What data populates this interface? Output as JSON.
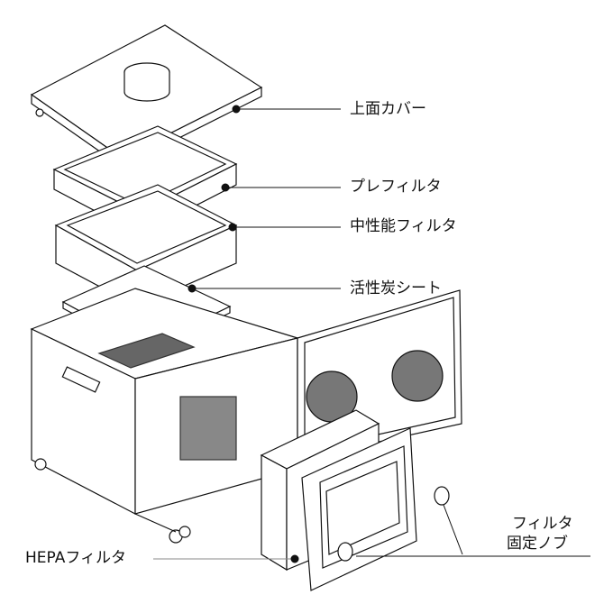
{
  "labels": {
    "top_cover": "上面カバー",
    "pre_filter": "プレフィルタ",
    "medium_filter": "中性能フィルタ",
    "carbon_sheet": "活性炭シート",
    "knob_line1": "フィルタ",
    "knob_line2": "固定ノブ",
    "hepa_filter": "HEPAフィルタ"
  },
  "colors": {
    "line": "#111111",
    "fill": "#ffffff",
    "mesh": "#555555"
  }
}
